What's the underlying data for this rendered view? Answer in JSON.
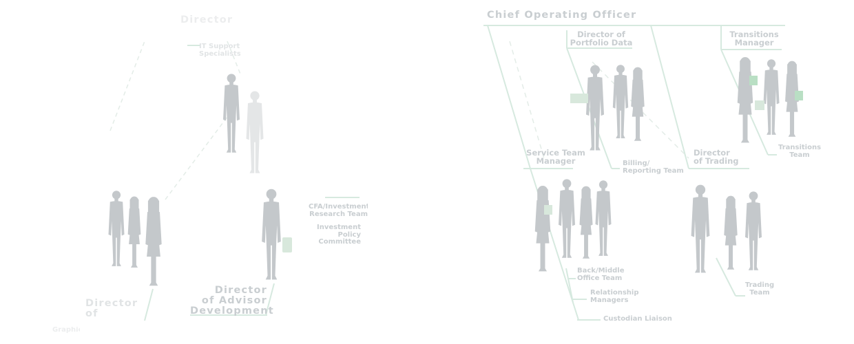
{
  "left_panel": {
    "top_heading": "Director",
    "it_support": "IT Support\nSpecialists",
    "cfa_team": "CFA/Investment\nResearch Team",
    "investment_policy": "Investment Policy\nCommittee",
    "director_advisor": "Director\nof Advisor\nDevelopment",
    "director_marketing": "Director of\nMarketing",
    "graphic": "Graphic"
  },
  "right_panel": {
    "chief_operating_officer": "Chief Operating Officer",
    "director_portfolio_data": "Director of\nPortfolio Data",
    "transitions_manager": "Transitions\nManager",
    "service_team_manager": "Service Team\nManager",
    "billing_reporting": "Billing/\nReporting Team",
    "director_trading": "Director\nof Trading",
    "transitions_team": "Transitions\nTeam",
    "back_middle_office": "Back/Middle\nOffice Team",
    "relationship_managers": "Relationship\nManagers",
    "custodian_liaison": "Custodian Liaison",
    "trading_team": "Trading\nTeam"
  },
  "colors": {
    "line": "#d6e9df",
    "label": "#c9ced1",
    "silhouette": "#c4c8cb",
    "accent": "#b9dfc4"
  }
}
